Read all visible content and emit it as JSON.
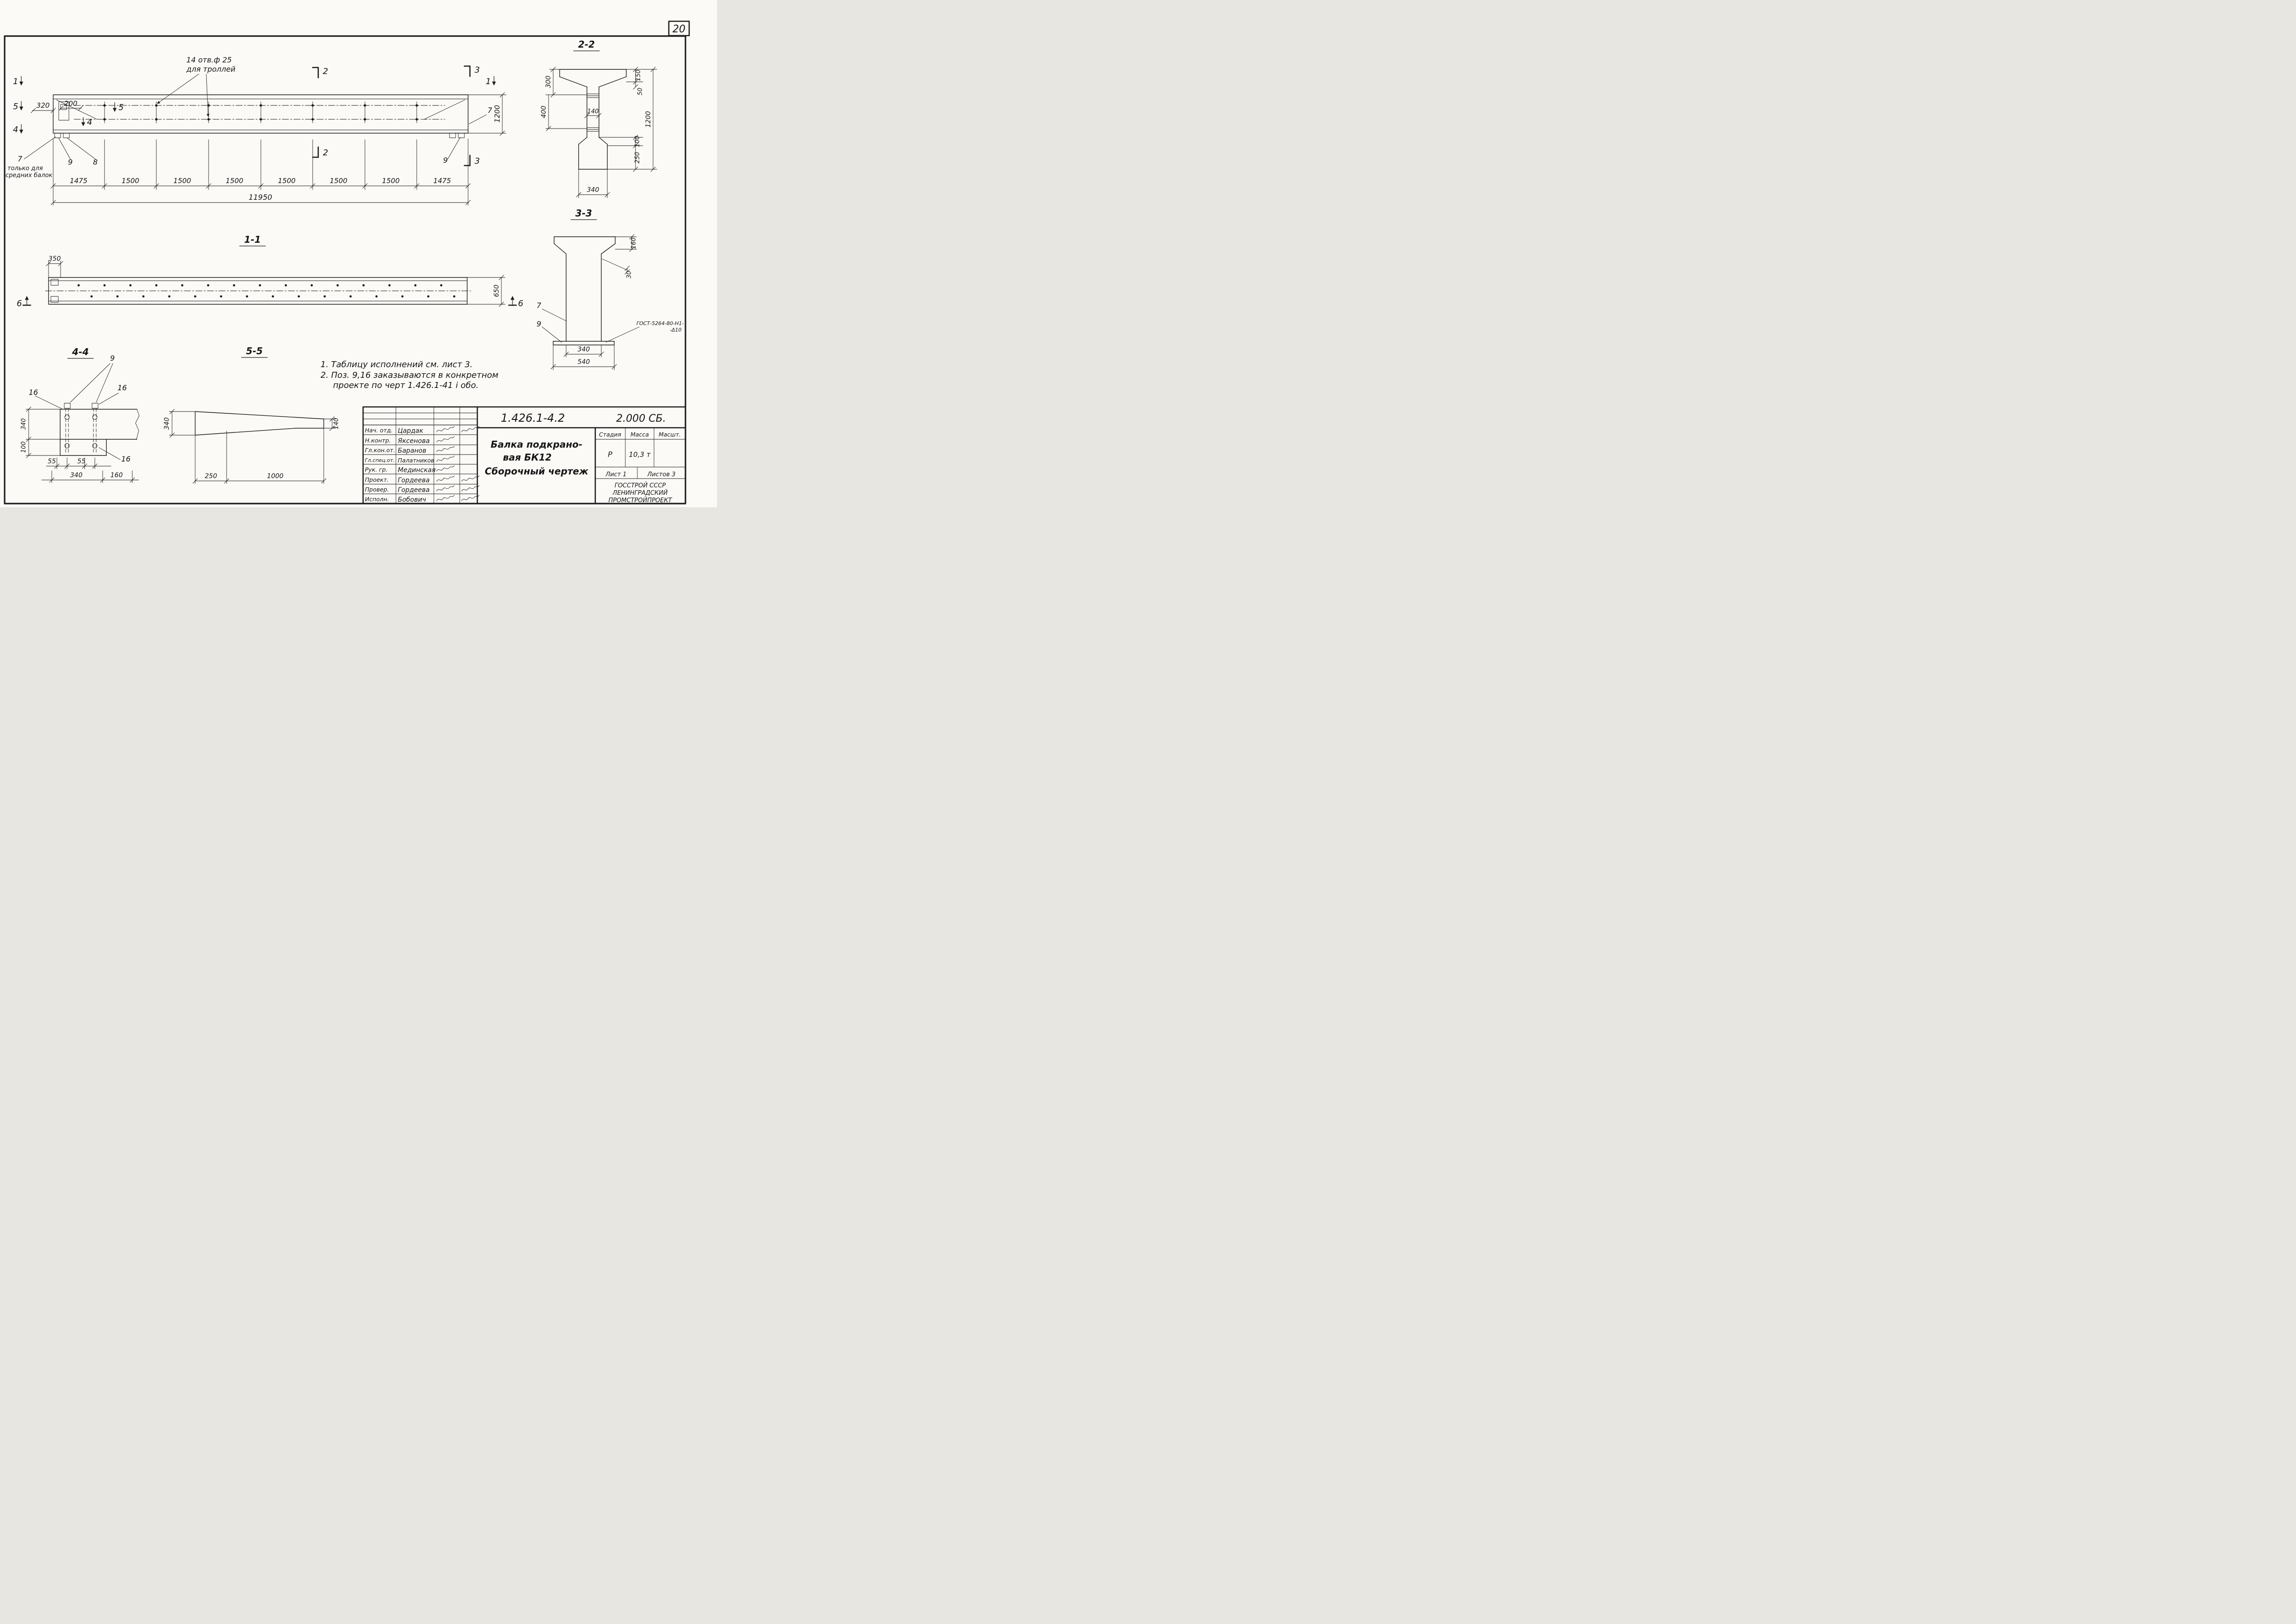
{
  "sheet": {
    "number": "20"
  },
  "main_view": {
    "callout_line1": "14 отв.ф 25",
    "callout_line2": "для троллей",
    "marker_1_left": "1",
    "marker_5_left": "5",
    "marker_4_left": "4",
    "marker_5_inner": "5",
    "marker_4_inner": "4",
    "marker_2_top": "2",
    "marker_2_bottom": "2",
    "marker_3_top": "3",
    "marker_3_bottom": "3",
    "marker_1_right": "1",
    "pos_7_right": "7",
    "pos_9_right": "9",
    "pos_7_left": "7",
    "pos_9_left": "9",
    "pos_8_left": "8",
    "note_line1": "только для",
    "note_line2": "средних балок",
    "dim_320": "320",
    "dim_200": "200",
    "dim_1200": "1200",
    "dims_chain": [
      "1475",
      "1500",
      "1500",
      "1500",
      "1500",
      "1500",
      "1500",
      "1475"
    ],
    "dim_total": "11950"
  },
  "section_2_2": {
    "label": "2-2",
    "dim_300": "300",
    "dim_400": "400",
    "dim_140": "140",
    "dim_150": "150",
    "dim_50": "50",
    "dim_100": "100",
    "dim_250": "250",
    "dim_1200": "1200",
    "dim_340": "340"
  },
  "section_1_1": {
    "label": "1-1",
    "dim_350": "350",
    "dim_650": "650",
    "marker_6_left": "6",
    "marker_6_right": "6"
  },
  "section_3_3": {
    "label": "3-3",
    "dim_160": "160",
    "dim_30": "30",
    "dim_340": "340",
    "dim_540": "540",
    "pos_7": "7",
    "pos_9": "9",
    "weld_note_line1": "ГОСТ-5264-80-Н1-",
    "weld_note_line2": "-Δ10"
  },
  "section_4_4": {
    "label": "4-4",
    "pos_9": "9",
    "pos_16_a": "16",
    "pos_16_b": "16",
    "pos_16_c": "16",
    "dim_340_v": "340",
    "dim_100": "100",
    "dim_55_a": "55",
    "dim_55_b": "55",
    "dim_340_h": "340",
    "dim_160": "160"
  },
  "section_5_5": {
    "label": "5-5",
    "dim_340": "340",
    "dim_140": "140",
    "dim_250": "250",
    "dim_1000": "1000"
  },
  "notes": {
    "line1": "1. Таблицу исполнений  см. лист 3.",
    "line2": "2. Поз. 9,16 заказываются в конкретном",
    "line3": "проекте по черт 1.426.1-41 і обо."
  },
  "title_block": {
    "doc_number": "1.426.1-4.2",
    "doc_code": "2.000 СБ.",
    "title_line1": "Балка подкрано-",
    "title_line2": "вая БК12",
    "title_line3": "Сборочный чертеж",
    "stage_header": "Стадия",
    "mass_header": "Масса",
    "scale_header": "Масшт.",
    "stage_value": "Р",
    "mass_value": "10,3 т",
    "sheet_label": "Лист 1",
    "sheets_label": "Листов 3",
    "org_line1": "ГОССТРОЙ СССР",
    "org_line2": "ЛЕНИНГРАДСКИЙ",
    "org_line3": "ПРОМСТРОЙПРОЕКТ",
    "roles": [
      {
        "role": "Нач. отд.",
        "name": "Цардак"
      },
      {
        "role": "Н.контр.",
        "name": "Яксенова"
      },
      {
        "role": "Гл.кон.от.",
        "name": "Баранов"
      },
      {
        "role": "Гл.спец.от.",
        "name": "Палатников"
      },
      {
        "role": "Рук. гр.",
        "name": "Мединская"
      },
      {
        "role": "Проект.",
        "name": "Гордеева"
      },
      {
        "role": "Провер.",
        "name": "Гордеева"
      },
      {
        "role": "Исполн.",
        "name": "Бобович"
      }
    ]
  }
}
